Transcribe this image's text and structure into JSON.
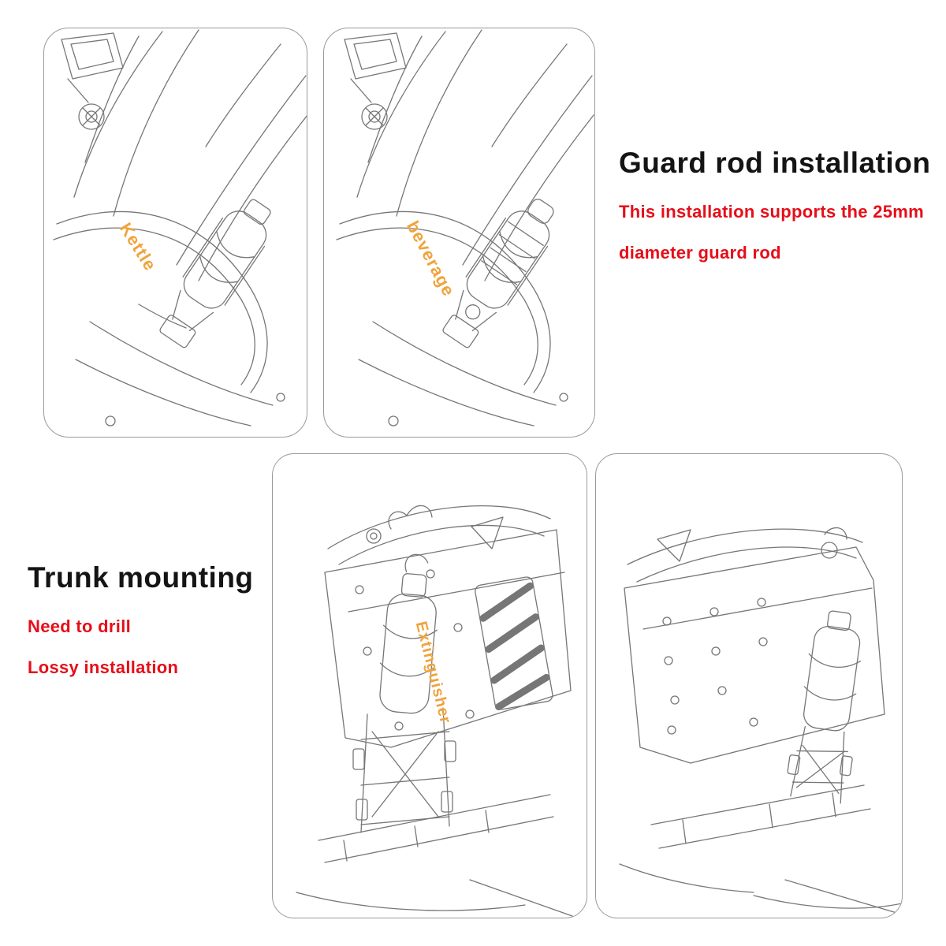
{
  "page": {
    "background": "#ffffff",
    "description": "Motorcycle bottle-holder installation diagram with four sketch panels"
  },
  "colors": {
    "title_text": "#141414",
    "note_red": "#e60e19",
    "bottle_label_orange": "#f0a33c",
    "sketch_line": "#767676",
    "panel_border": "#9a9a9a"
  },
  "guard_section": {
    "title": "Guard rod installation",
    "note_line1": "This installation supports the 25mm",
    "note_line2": "diameter guard rod"
  },
  "trunk_section": {
    "title": "Trunk mounting",
    "note_line1": "Need to drill",
    "note_line2": "Lossy installation"
  },
  "bottle_labels": {
    "panel1": "Kettle",
    "panel2": "beverage",
    "panel3": "Extinguisher"
  }
}
